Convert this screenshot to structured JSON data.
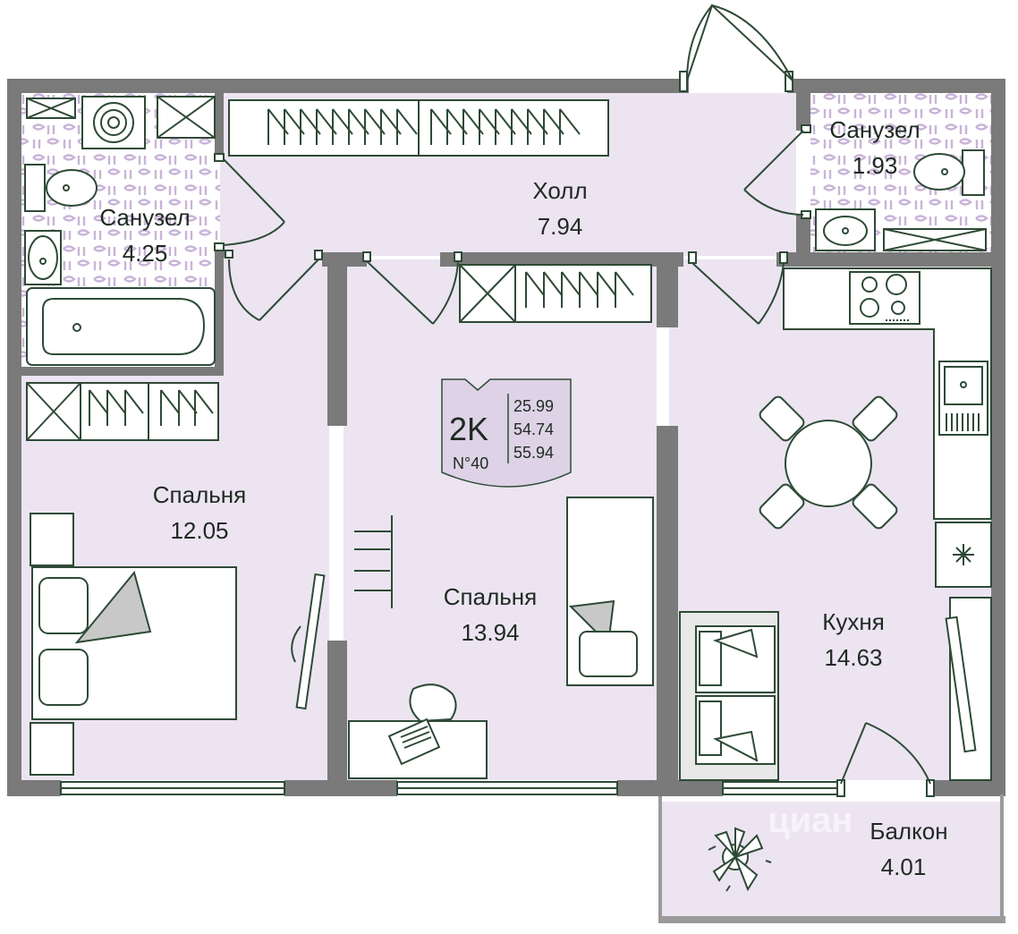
{
  "colors": {
    "wall": "#7a7a7a",
    "floor": "#ece4f1",
    "tile": "#ffffff",
    "tile_pattern": "#c9b4d8",
    "furniture_line": "#2e4a36",
    "furniture_fill": "#ffffff",
    "sofa_fill": "#e4e4e4",
    "text": "#1f2a22"
  },
  "rooms": [
    {
      "id": "bath-large",
      "name": "Санузел",
      "area": "4.25"
    },
    {
      "id": "hall",
      "name": "Холл",
      "area": "7.94"
    },
    {
      "id": "bath-small",
      "name": "Санузел",
      "area": "1.93"
    },
    {
      "id": "bedroom-left",
      "name": "Спальня",
      "area": "12.05"
    },
    {
      "id": "bedroom-center",
      "name": "Спальня",
      "area": "13.94"
    },
    {
      "id": "kitchen",
      "name": "Кухня",
      "area": "14.63"
    },
    {
      "id": "balcony",
      "name": "Балкон",
      "area": "4.01"
    }
  ],
  "badge": {
    "type": "2K",
    "number": "N°40",
    "living_area": "25.99",
    "total_area": "54.74",
    "total_with_balcony": "55.94"
  },
  "watermark": "циан"
}
